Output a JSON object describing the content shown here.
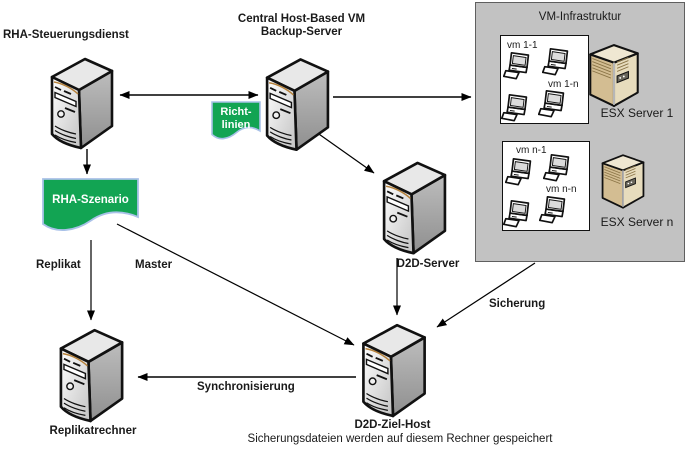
{
  "nodes": {
    "rha_service": "RHA-Steuerungsdienst",
    "backup_server_line1": "Central Host-Based VM",
    "backup_server_line2": "Backup-Server",
    "d2d_server": "D2D-Server",
    "d2d_target_host": "D2D-Ziel-Host",
    "d2d_target_caption": "Sicherungsdateien werden auf diesem Rechner gespeichert",
    "replica_host": "Replikatrechner"
  },
  "ribbons": {
    "richtlinien_line1": "Richt-",
    "richtlinien_line2": "linien",
    "rha_szenario": "RHA-Szenario"
  },
  "vm_infrastructure": {
    "title": "VM-Infrastruktur",
    "groups": [
      {
        "vm_first": "vm 1-1",
        "vm_last": "vm 1-n",
        "esx": "ESX Server 1"
      },
      {
        "vm_first": "vm n-1",
        "vm_last": "vm n-n",
        "esx": "ESX Server n"
      }
    ]
  },
  "edge_labels": {
    "replikat": "Replikat",
    "master": "Master",
    "sicherung": "Sicherung",
    "synchronisierung": "Synchronisierung"
  },
  "colors": {
    "ribbon_green": "#12A453",
    "ribbon_border": "#A9C1E8",
    "infra_box_bg": "#C2C2C2",
    "connector": "#000000"
  }
}
